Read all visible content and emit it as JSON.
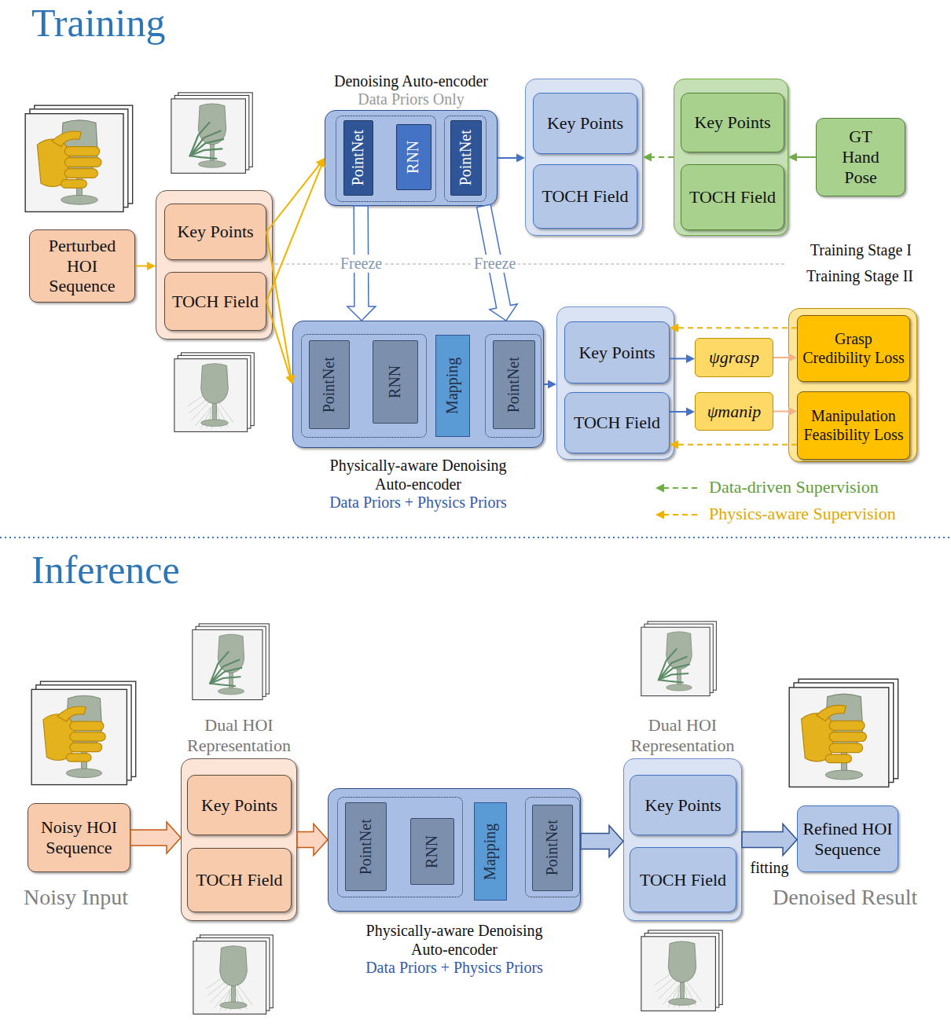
{
  "diagram": {
    "nodes": [
      {
        "text": [
          "Perturbed HOI Sequence"
        ]
      },
      {
        "text": []
      },
      {
        "text": [
          "Key Points"
        ],
        "in": 1
      },
      {
        "text": [
          "TOCH Field"
        ],
        "in": 1
      },
      {
        "text": [
          "Denoising Auto-encoder",
          "Data Priors Only"
        ]
      },
      {
        "text": [
          "PointNet"
        ],
        "in": 4
      },
      {
        "text": [
          "RNN"
        ],
        "in": 4
      },
      {
        "text": [
          "PointNet"
        ],
        "in": 4
      },
      {
        "text": []
      },
      {
        "text": [
          "Key Points"
        ],
        "in": 8
      },
      {
        "text": [
          "TOCH Field"
        ],
        "in": 8
      },
      {
        "text": []
      },
      {
        "text": [
          "Key Points"
        ],
        "in": 11
      },
      {
        "text": [
          "TOCH Field"
        ],
        "in": 11
      },
      {
        "text": [
          "GT Hand Pose"
        ]
      },
      {
        "text": [
          "Physically-aware Denoising Auto-encoder",
          "Data Priors + Physics Priors"
        ]
      },
      {
        "text": [
          "PointNet"
        ],
        "in": 15
      },
      {
        "text": [
          "RNN"
        ],
        "in": 15
      },
      {
        "text": [
          "Mapping"
        ],
        "in": 15
      },
      {
        "text": [
          "PointNet"
        ],
        "in": 15
      },
      {
        "text": []
      },
      {
        "text": [
          "Key Points"
        ],
        "in": 20
      },
      {
        "text": [
          "TOCH Field"
        ],
        "in": 20
      },
      {
        "text": [
          "ψgrasp"
        ]
      },
      {
        "text": [
          "ψmanip"
        ]
      },
      {
        "text": []
      },
      {
        "text": [
          "Grasp Credibility Loss"
        ],
        "in": 25
      },
      {
        "text": [
          "Manipulation Feasibility Loss"
        ],
        "in": 25
      },
      {
        "text": [
          "Noisy HOI Sequence"
        ]
      },
      {
        "text": [
          "Dual HOI Representation"
        ]
      },
      {
        "text": [
          "Key Points"
        ],
        "in": 29
      },
      {
        "text": [
          "TOCH Field"
        ],
        "in": 29
      },
      {
        "text": [
          "Physically-aware Denoising Auto-encoder",
          "Data Priors + Physics Priors"
        ]
      },
      {
        "text": [
          "PointNet"
        ],
        "in": 32
      },
      {
        "text": [
          "RNN"
        ],
        "in": 32
      },
      {
        "text": [
          "Mapping"
        ],
        "in": 32
      },
      {
        "text": [
          "PointNet"
        ],
        "in": 32
      },
      {
        "text": [
          "Dual HOI Representation"
        ]
      },
      {
        "text": [
          "Key Points"
        ],
        "in": 37
      },
      {
        "text": [
          "TOCH Field"
        ],
        "in": 37
      },
      {
        "text": [
          "Refined HOI Sequence"
        ]
      }
    ],
    "edges": [
      {
        "from": 0,
        "to": 1,
        "arrow": "to"
      },
      {
        "from": 2,
        "to": 4,
        "arrow": "to"
      },
      {
        "from": 3,
        "to": 4,
        "arrow": "to"
      },
      {
        "from": 2,
        "to": 15,
        "arrow": "to"
      },
      {
        "from": 3,
        "to": 15,
        "arrow": "to"
      },
      {
        "from": 4,
        "to": 8,
        "arrow": "to"
      },
      {
        "from": 11,
        "to": 8,
        "arrow": "to"
      },
      {
        "from": 14,
        "to": 11,
        "arrow": "to"
      },
      {
        "from": 4,
        "to": 15,
        "arrow": "to",
        "label": "Freeze"
      },
      {
        "from": 4,
        "to": 15,
        "arrow": "to",
        "label": "Freeze"
      },
      {
        "from": 15,
        "to": 20,
        "arrow": "to"
      },
      {
        "from": 21,
        "to": 23,
        "arrow": "to"
      },
      {
        "from": 22,
        "to": 24,
        "arrow": "to"
      },
      {
        "from": 23,
        "to": 26,
        "arrow": "to"
      },
      {
        "from": 24,
        "to": 27,
        "arrow": "to"
      },
      {
        "from": 26,
        "to": 21,
        "arrow": "to"
      },
      {
        "from": 27,
        "to": 22,
        "arrow": "to"
      },
      {
        "from": 28,
        "to": 29,
        "arrow": "to"
      },
      {
        "from": 29,
        "to": 32,
        "arrow": "to"
      },
      {
        "from": 32,
        "to": 37,
        "arrow": "to"
      },
      {
        "from": 37,
        "to": 40,
        "arrow": "to",
        "label": "fitting"
      }
    ],
    "labels": [
      "Training",
      "Inference",
      "Training Stage I",
      "Training Stage II",
      "Noisy Input",
      "Denoised Result"
    ],
    "legend": [
      {
        "text": "Data-driven Supervision"
      },
      {
        "text": "Physics-aware Supervision"
      }
    ]
  }
}
